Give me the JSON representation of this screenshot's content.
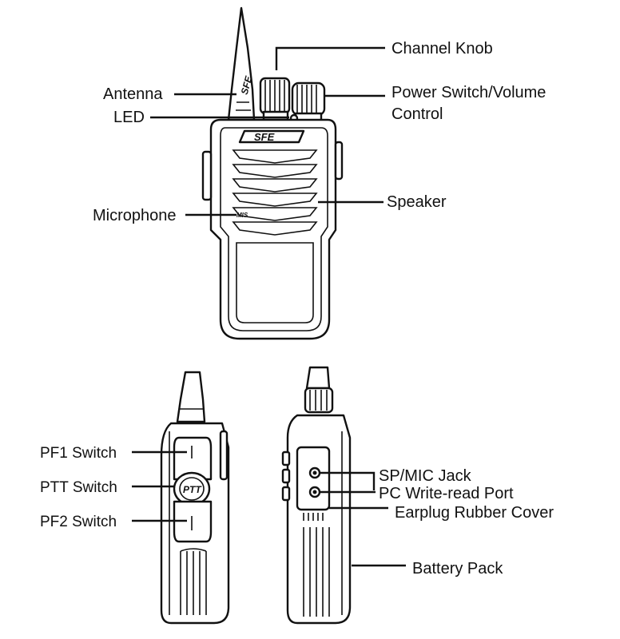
{
  "figure": {
    "brand_logo": "SFE",
    "mic_mark": "MIS",
    "ptt_button_text": "PTT"
  },
  "callouts": {
    "channel_knob": "Channel Knob",
    "antenna": "Antenna",
    "power_switch_line1": "Power Switch/Volume",
    "power_switch_line2": "Control",
    "led": "LED",
    "speaker": "Speaker",
    "microphone": "Microphone",
    "pf1_switch": "PF1 Switch",
    "ptt_switch": "PTT Switch",
    "pf2_switch": "PF2 Switch",
    "sp_mic_jack": "SP/MIC Jack",
    "pc_port": "PC Write-read Port",
    "earplug_cover": "Earplug Rubber Cover",
    "battery_pack": "Battery Pack"
  }
}
